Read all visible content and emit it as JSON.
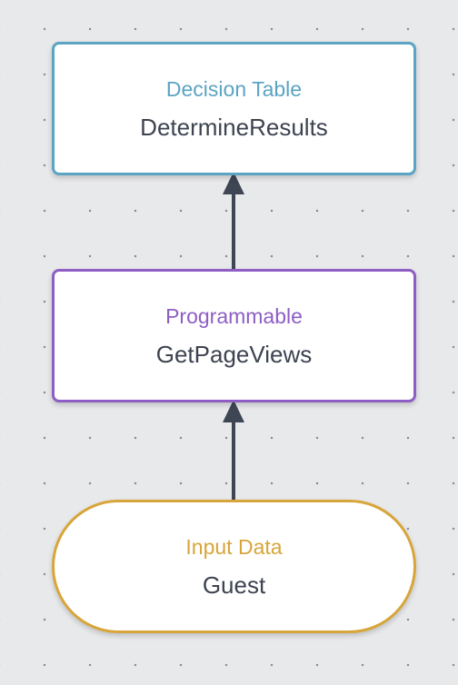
{
  "diagram": {
    "nodes": [
      {
        "id": "decision",
        "type_label": "Decision Table",
        "name": "DetermineResults",
        "color": "#5ba4c3"
      },
      {
        "id": "programmable",
        "type_label": "Programmable",
        "name": "GetPageViews",
        "color": "#8e5ec4"
      },
      {
        "id": "input",
        "type_label": "Input Data",
        "name": "Guest",
        "color": "#d8a53a"
      }
    ],
    "edges": [
      {
        "from": "input",
        "to": "programmable"
      },
      {
        "from": "programmable",
        "to": "decision"
      }
    ],
    "edge_color": "#3e4654"
  }
}
